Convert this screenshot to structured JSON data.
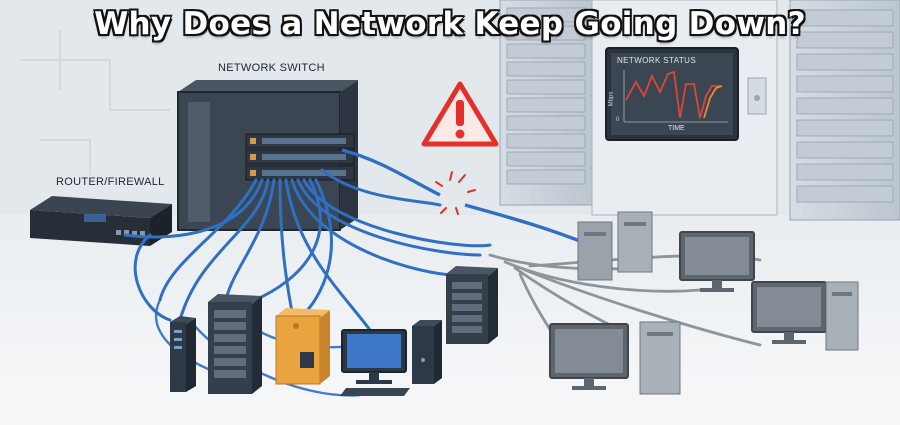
{
  "title": "Why Does a Network Keep Going Down?",
  "labels": {
    "network_switch": "NETWORK SWITCH",
    "router_firewall": "ROUTER/FIREWALL"
  },
  "monitor": {
    "title": "NETWORK STATUS",
    "y_axis": "Mbps",
    "y_zero": "0",
    "x_axis": "TIME"
  },
  "colors": {
    "cable_blue": "#2f6fc4",
    "cable_gray": "#8c949c",
    "warning_red": "#e5302a",
    "chart_line_red": "#e0443a",
    "chart_line_orange": "#ee8a2c",
    "server_orange": "#e9a33f"
  },
  "icons": [
    "warning-triangle-icon",
    "broken-cable-spark-icon"
  ]
}
